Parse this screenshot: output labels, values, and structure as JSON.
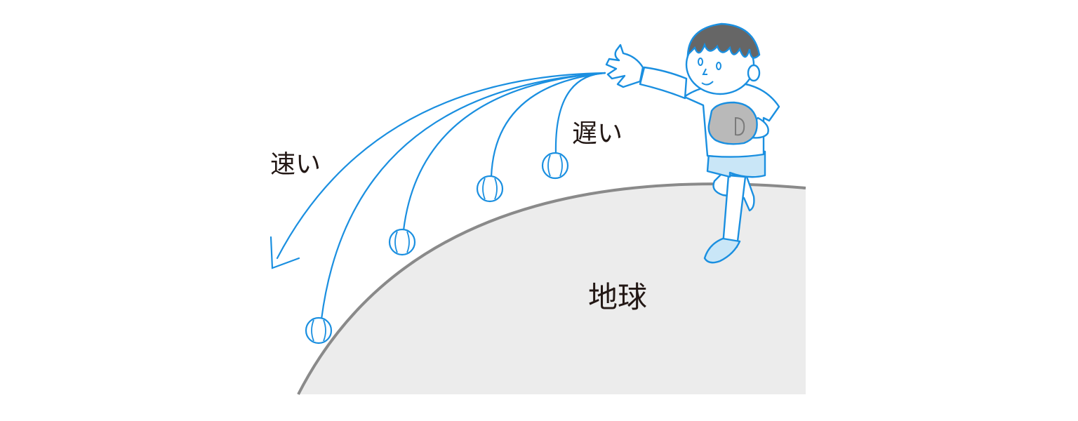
{
  "labels": {
    "fast": "速い",
    "slow": "遅い",
    "earth": "地球"
  },
  "colors": {
    "line": "#1a8fe0",
    "earth_fill": "#ececec",
    "earth_edge": "#8a8a8a",
    "text": "#231815",
    "shorts": "#c9e6f7",
    "hair": "#666666",
    "glove": "#b9b9b9"
  },
  "icons": {
    "ball": "baseball-icon",
    "arrow": "arrowhead-icon",
    "figure": "boy-pitching-icon"
  }
}
